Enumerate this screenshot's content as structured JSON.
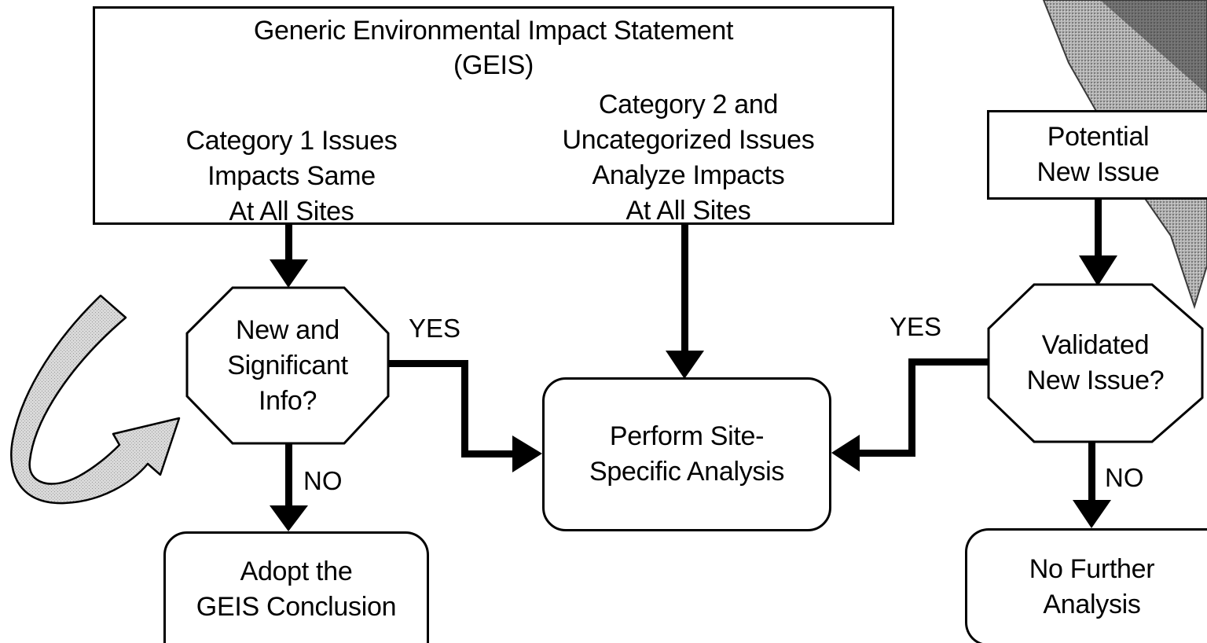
{
  "diagram": {
    "geis_box": {
      "title_lines": [
        "Generic Environmental Impact Statement",
        "(GEIS)"
      ],
      "category1_lines": [
        "Category 1 Issues",
        "Impacts Same",
        "At All Sites"
      ],
      "category2_lines": [
        "Category 2 and",
        "Uncategorized Issues",
        "Analyze Impacts",
        "At All Sites"
      ]
    },
    "new_significant_info": {
      "lines": [
        "New and",
        "Significant",
        "Info?"
      ]
    },
    "potential_new_issue": {
      "lines": [
        "Potential",
        "New Issue"
      ]
    },
    "validated_new_issue": {
      "lines": [
        "Validated",
        "New Issue?"
      ]
    },
    "site_specific_analysis": {
      "lines": [
        "Perform Site-",
        "Specific Analysis"
      ]
    },
    "adopt_geis": {
      "lines": [
        "Adopt the",
        "GEIS Conclusion"
      ]
    },
    "no_further_analysis": {
      "lines": [
        "No Further",
        "Analysis"
      ]
    },
    "edge_labels": {
      "yes_left": "YES",
      "no_left": "NO",
      "yes_right": "YES",
      "no_right": "NO"
    },
    "colors": {
      "stroke": "#000000",
      "fill": "#ffffff",
      "shade": "#8c8c8c"
    }
  }
}
